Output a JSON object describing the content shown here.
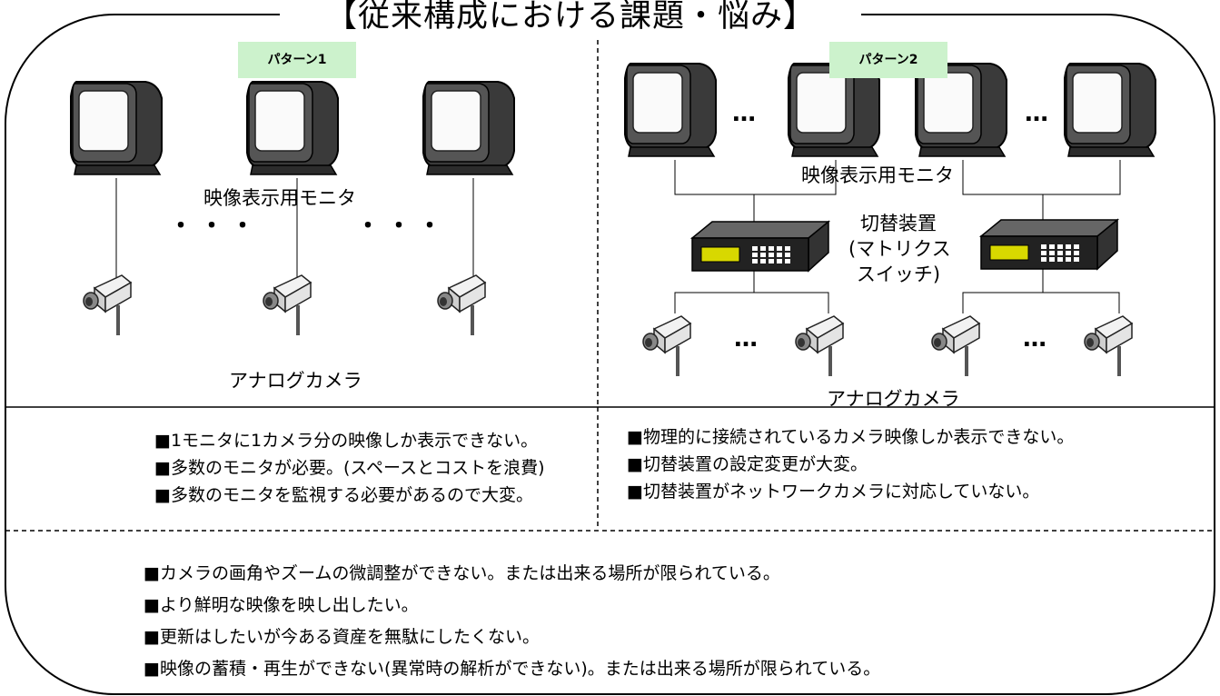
{
  "title": "【従来構成における課題・悩み】",
  "pattern1": {
    "badge": "パターン1",
    "monitor_label": "映像表示用モニタ",
    "camera_label": "アナログカメラ",
    "dots": "・・・",
    "issues": [
      "■1モニタに1カメラ分の映像しか表示できない。",
      "■多数のモニタが必要。(スペースとコストを浪費)",
      "■多数のモニタを監視する必要があるので大変。"
    ]
  },
  "pattern2": {
    "badge": "パターン2",
    "monitor_label": "映像表示用モニタ",
    "camera_label": "アナログカメラ",
    "dots": "…",
    "switch_label": [
      "切替装置",
      "(マトリクス",
      "スイッチ)"
    ],
    "issues": [
      "■物理的に接続されているカメラ映像しか表示できない。",
      "■切替装置の設定変更が大変。",
      "■切替装置がネットワークカメラに対応していない。"
    ]
  },
  "common_issues": [
    "■カメラの画角やズームの微調整ができない。または出来る場所が限られている。",
    "■より鮮明な映像を映し出したい。",
    "■更新はしたいが今ある資産を無駄にしたくない。",
    "■映像の蓄積・再生ができない(異常時の解析ができない)。または出来る場所が限られている。"
  ]
}
